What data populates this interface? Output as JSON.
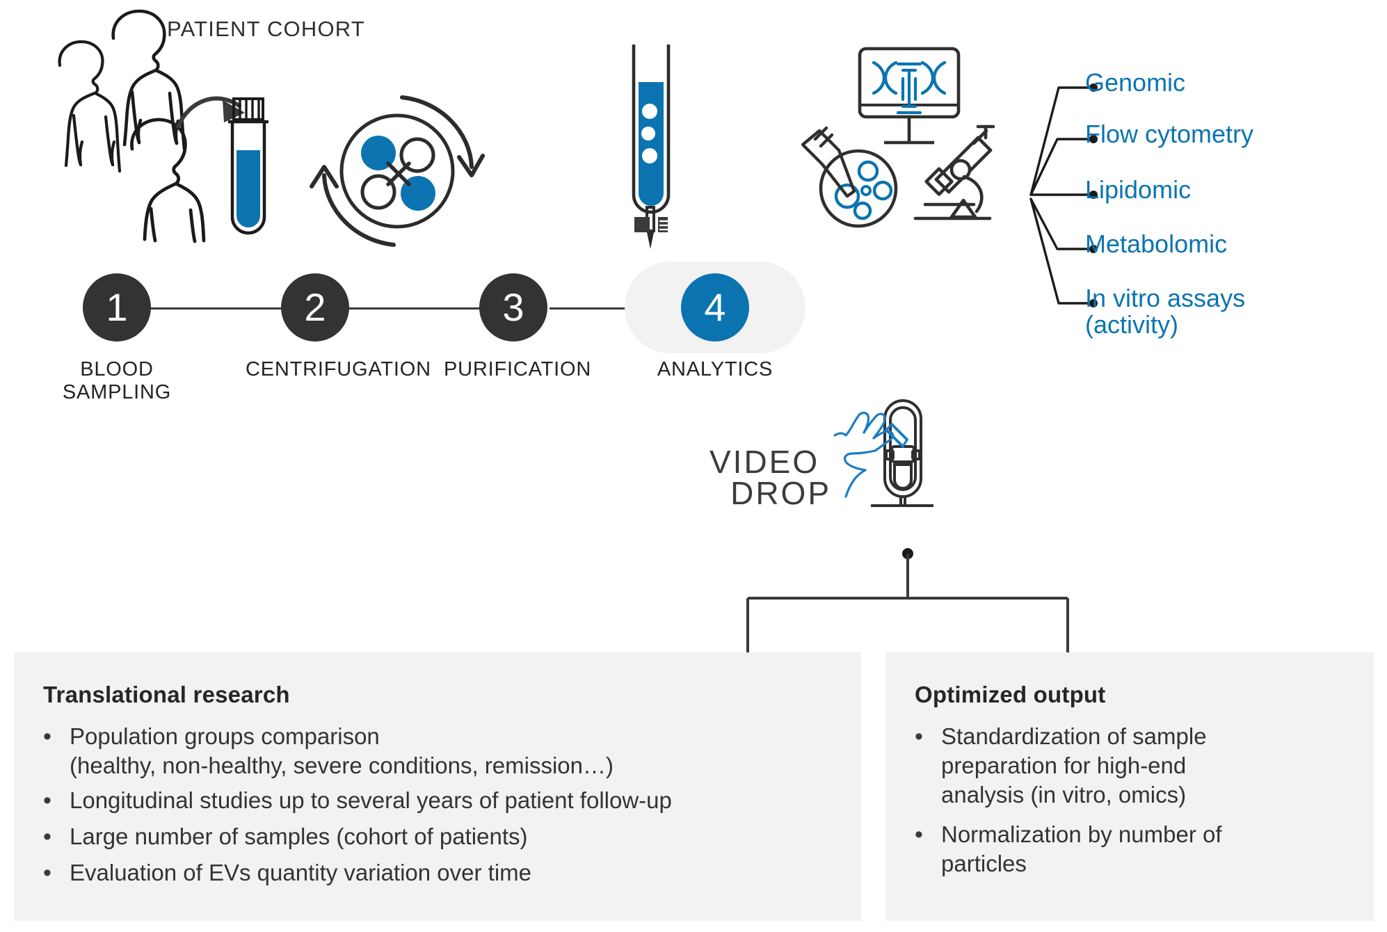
{
  "meta": {
    "title": "Extracellular vesicle clinical workflow",
    "colors": {
      "brand_blue": "#0b74b0",
      "dark": "#333333",
      "panel_grey": "#f2f2f2",
      "line": "#3a3a3a"
    }
  },
  "header": {
    "patient_cohort_label": "PATIENT COHORT"
  },
  "timeline": {
    "steps": [
      {
        "number": "1",
        "label": "BLOOD SAMPLING",
        "active": false
      },
      {
        "number": "2",
        "label": "CENTRIFUGATION",
        "active": false
      },
      {
        "number": "3",
        "label": "PURIFICATION",
        "active": false
      },
      {
        "number": "4",
        "label": "ANALYTICS",
        "active": true
      }
    ]
  },
  "analytics_outputs": {
    "items": [
      {
        "label": "Genomic",
        "line2": ""
      },
      {
        "label": "Flow cytometry",
        "line2": ""
      },
      {
        "label": "Lipidomic",
        "line2": ""
      },
      {
        "label": "Metabolomic",
        "line2": ""
      },
      {
        "label": "In vitro assays",
        "line2": "(activity)"
      }
    ]
  },
  "videodrop": {
    "wordmark_line1": "VIDEO",
    "wordmark_line2": "DROP"
  },
  "panels": [
    {
      "id": "translational",
      "title": "Translational research",
      "bullets": [
        "Population groups comparison\n(healthy, non-healthy, severe conditions, remission…)",
        "Longitudinal studies up to several years of patient follow-up",
        "Large number of samples (cohort of patients)",
        "Evaluation of EVs quantity variation over time"
      ],
      "bullet_char": "•"
    },
    {
      "id": "optimized",
      "title": "Optimized output",
      "bullets": [
        "Standardization of sample preparation for high-end analysis (in vitro, omics)",
        "Normalization by number of particles"
      ],
      "bullet_char": "•"
    }
  ],
  "icons": {
    "patient_figures": "patient-silhouette-icon",
    "arrow_to_tube": "curved-arrow-icon",
    "blood_tube": "blood-collection-tube-icon",
    "centrifuge": "centrifuge-rotor-icon",
    "column": "chromatography-column-icon",
    "monitor_dna": "monitor-dna-icon",
    "petri_pipette": "petri-dish-pipette-icon",
    "microscope": "microscope-icon",
    "videodrop_device": "videodrop-instrument-icon"
  }
}
